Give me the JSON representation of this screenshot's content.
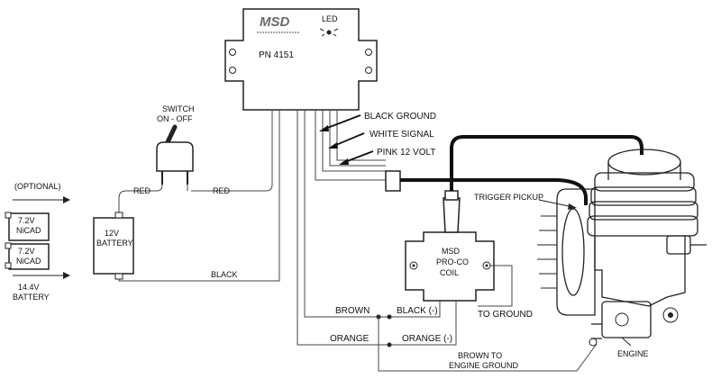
{
  "module": {
    "brand": "MSD",
    "led_label": "LED",
    "part_number": "PN 4151"
  },
  "switch": {
    "title_line1": "SWITCH",
    "title_line2": "ON - OFF"
  },
  "wire_labels": {
    "red_left": "RED",
    "red_right": "RED",
    "black": "BLACK",
    "black_ground": "BLACK GROUND",
    "white_signal": "WHITE SIGNAL",
    "pink_12_volt": "PINK 12 VOLT",
    "trigger_pickup": "TRIGGER PICKUP",
    "to_ground": "TO GROUND",
    "brown": "BROWN",
    "black_neg": "BLACK (-)",
    "orange": "ORANGE",
    "orange_neg": "ORANGE (-)",
    "brown_to_line1": "BROWN TO",
    "brown_to_line2": "ENGINE GROUND"
  },
  "battery": {
    "line1": "12V",
    "line2": "BATTERY"
  },
  "nicad": {
    "optional": "(OPTIONAL)",
    "cell1_line1": "7.2V",
    "cell1_line2": "NiCAD",
    "cell2_line1": "7.2V",
    "cell2_line2": "NiCAD",
    "total_line1": "14.4V",
    "total_line2": "BATTERY"
  },
  "coil": {
    "line1": "MSD",
    "line2": "PRO-CO",
    "line3": "COIL"
  },
  "engine": {
    "label": "ENGINE"
  },
  "colors": {
    "line": "#222222",
    "background": "#ffffff",
    "logo": "#6a6a6a"
  }
}
